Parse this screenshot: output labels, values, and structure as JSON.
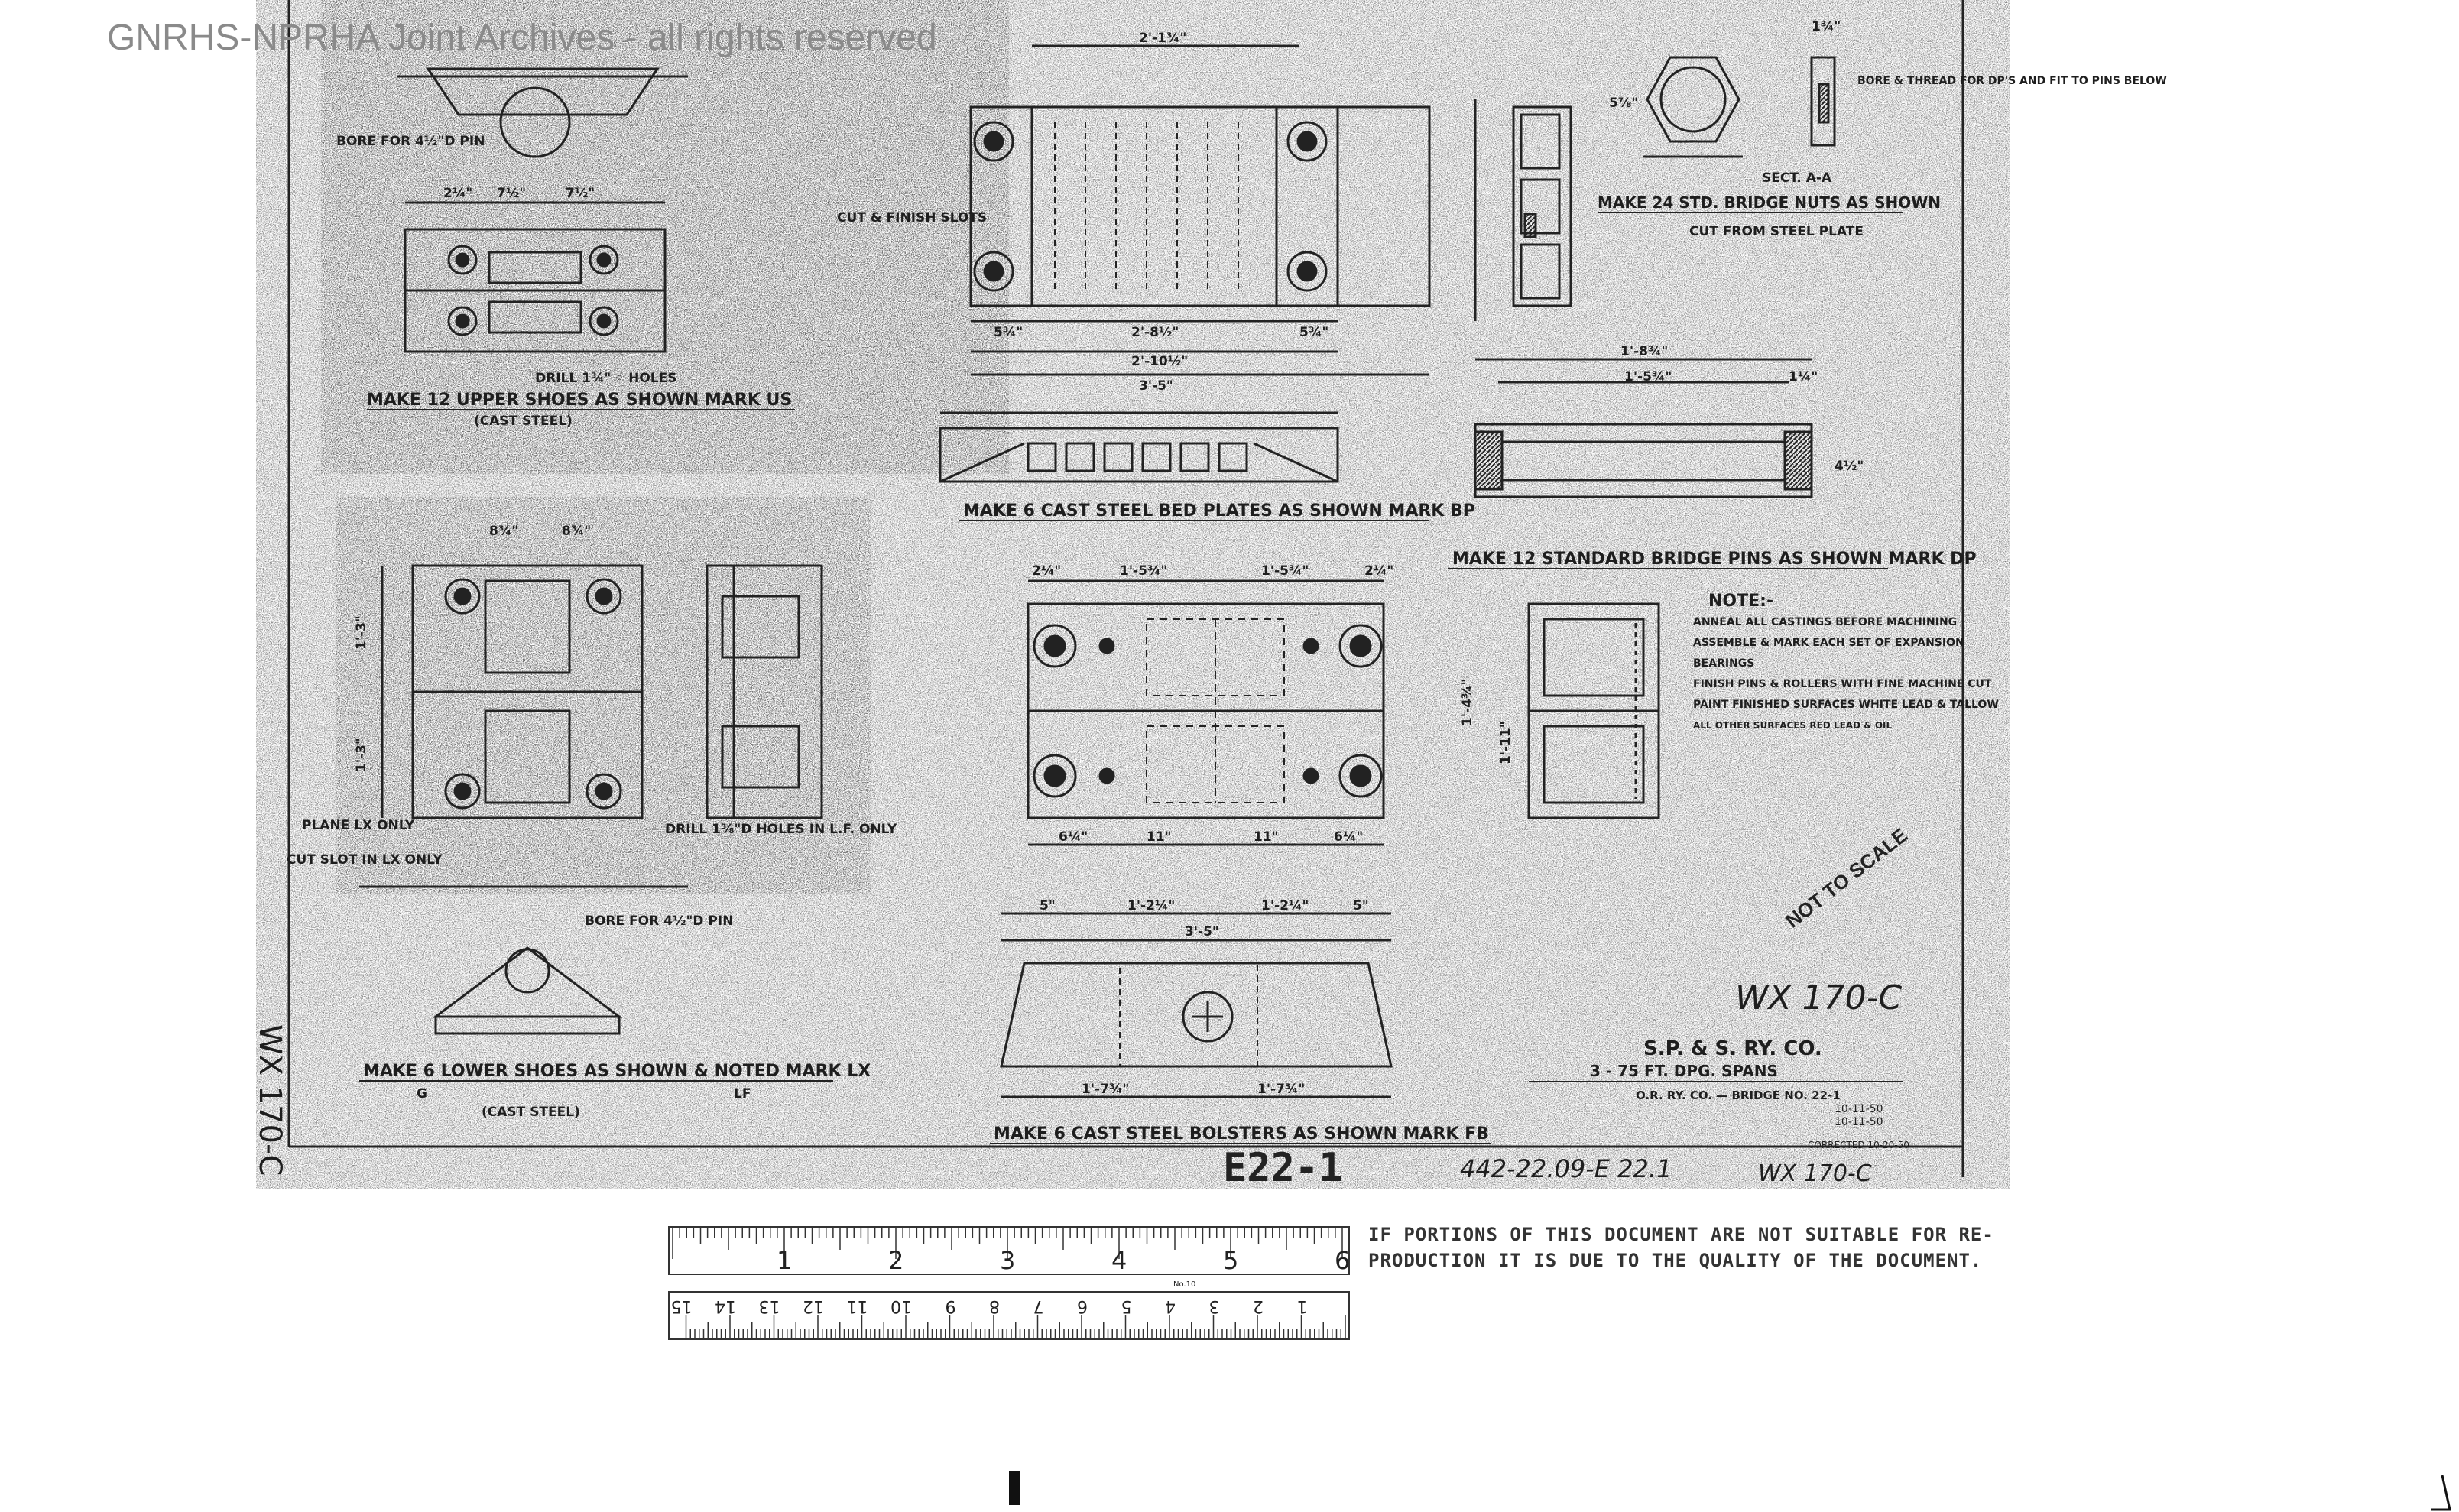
{
  "watermark": "GNRHS-NPRHA Joint Archives - all rights reserved",
  "side_label": "WX 170-C",
  "titles": {
    "upper_shoes": "MAKE 12 UPPER SHOES AS SHOWN MARK US",
    "upper_shoes_material": "(CAST STEEL)",
    "drill_holes": "DRILL 1¾\" ◦ HOLES",
    "bore_upper": "BORE FOR 4½\"D PIN",
    "bed_plates": "MAKE 6 CAST STEEL BED PLATES AS SHOWN MARK BP",
    "cut_finish": "CUT & FINISH SLOTS",
    "bridge_nuts": "MAKE 24 STD. BRIDGE NUTS AS SHOWN",
    "bridge_nuts_sub": "CUT FROM STEEL PLATE",
    "bore_thread": "BORE & THREAD FOR DP'S AND FIT TO PINS BELOW",
    "sect_aa": "SECT. A-A",
    "bridge_pins": "MAKE 12 STANDARD BRIDGE PINS AS SHOWN MARK DP",
    "lower_shoes": "MAKE 6 LOWER SHOES AS SHOWN & NOTED MARK LX",
    "lower_g": "G",
    "lower_lf": "LF",
    "lower_material": "(CAST STEEL)",
    "bore_lower": "BORE FOR 4½\"D PIN",
    "drill_lower": "DRILL 1⅜\"D HOLES IN L.F. ONLY",
    "plane_lx": "PLANE LX ONLY",
    "cut_slot_lx": "CUT SLOT IN LX ONLY",
    "bolsters": "MAKE 6 CAST STEEL BOLSTERS AS SHOWN MARK FB"
  },
  "notes": {
    "header": "NOTE:-",
    "lines": [
      "ANNEAL ALL CASTINGS BEFORE MACHINING",
      "ASSEMBLE & MARK EACH SET OF EXPANSION",
      "BEARINGS",
      "FINISH PINS & ROLLERS WITH FINE MACHINE CUT",
      "PAINT FINISHED SURFACES WHITE LEAD & TALLOW",
      "ALL OTHER SURFACES RED LEAD & OIL"
    ]
  },
  "not_to_scale": "NOT TO SCALE",
  "title_block": {
    "number": "WX 170-C",
    "company": "S.P. & S. RY. CO.",
    "spans": "3 - 75 FT. DPG. SPANS",
    "bridge": "O.R. RY. CO. — BRIDGE NO. 22-1",
    "date1": "10-11-50",
    "date2": "10-11-50",
    "corrected": "CORRECTED 10-20-50"
  },
  "bottom_codes": {
    "main": "E22-1",
    "ref": "442-22.09-E 22.1",
    "dup": "WX 170-C"
  },
  "dimensions": {
    "top_width": "2'-1¾\"",
    "bp_inner": "2'-8½\"",
    "bp_mid": "2'-10½\"",
    "bp_total": "3'-5\"",
    "bp_left": "5¾\"",
    "bp_right": "5¾\"",
    "us_a": "2¼\"",
    "us_b": "7½\"",
    "us_c": "7½\"",
    "pin_len1": "1'-8¾\"",
    "pin_len2": "1'-5¾\"",
    "pin_dia": "4½\"",
    "pin_end": "1¼\"",
    "nut_a": "5⅞\"",
    "nut_b": "1¾\"",
    "fb_a": "5\"",
    "fb_b": "1'-2¼\"",
    "fb_c": "1'-2¼\"",
    "fb_d": "5\"",
    "fb_total": "3'-5\"",
    "fb_bot1": "1'-7¾\"",
    "fb_bot2": "1'-7¾\"",
    "lx_a": "8¾\"",
    "lx_b": "8¾\"",
    "lx_c": "1'-3\"",
    "lx_d": "1'-3\"",
    "plan_a": "2¼\"",
    "plan_b": "1'-5¾\"",
    "plan_c": "1'-5¾\"",
    "plan_d": "2¼\"",
    "plan_e": "6¼\"",
    "plan_f": "11\"",
    "plan_g": "11\"",
    "plan_h": "6¼\"",
    "v1": "1'-4¾\"",
    "v2": "1'-11\""
  },
  "ruler": {
    "inch_labels": [
      "1",
      "2",
      "3",
      "4",
      "5",
      "6"
    ],
    "cm_labels": [
      "1",
      "2",
      "3",
      "4",
      "5",
      "6",
      "7",
      "8",
      "9",
      "10",
      "11",
      "12",
      "13",
      "14",
      "15"
    ],
    "caption": "No.10"
  },
  "notice": "IF PORTIONS OF THIS DOCUMENT ARE NOT SUITABLE FOR RE-\nPRODUCTION IT IS DUE TO THE QUALITY OF THE DOCUMENT."
}
